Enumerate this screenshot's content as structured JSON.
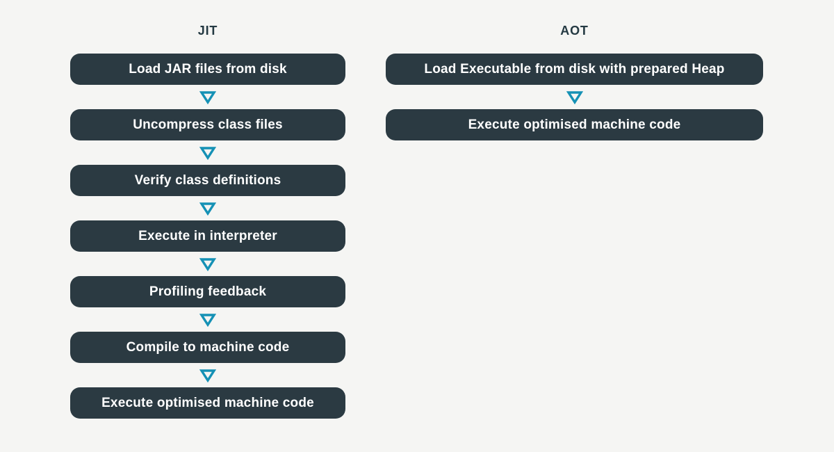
{
  "theme": {
    "background_color": "#f5f5f3",
    "box_color": "#2b3a42",
    "box_text_color": "#ffffff",
    "arrow_color": "#1591b5",
    "header_text_color": "#243942"
  },
  "icons": {
    "down_arrow": "triangle-down-outline-icon"
  },
  "columns": [
    {
      "id": "jit",
      "title": "JIT",
      "steps": [
        "Load JAR files from disk",
        "Uncompress class files",
        "Verify class definitions",
        "Execute in interpreter",
        "Profiling feedback",
        "Compile to machine code",
        "Execute optimised machine code"
      ]
    },
    {
      "id": "aot",
      "title": "AOT",
      "steps": [
        "Load Executable from disk with prepared Heap",
        "Execute optimised machine code"
      ]
    }
  ]
}
